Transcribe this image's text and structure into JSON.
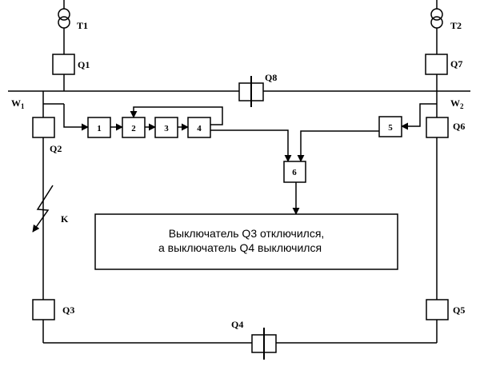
{
  "transformers": {
    "t1": "T1",
    "t2": "T2"
  },
  "breakers": {
    "q1": "Q1",
    "q2": "Q2",
    "q3": "Q3",
    "q4": "Q4",
    "q5": "Q5",
    "q6": "Q6",
    "q7": "Q7",
    "q8": "Q8"
  },
  "buses": {
    "w1_base": "W",
    "w1_sub": "1",
    "w2_base": "W",
    "w2_sub": "2"
  },
  "fault": "K",
  "blocks": {
    "b1": "1",
    "b2": "2",
    "b3": "3",
    "b4": "4",
    "b5": "5",
    "b6": "6"
  },
  "message": {
    "line1": "Выключатель Q3 отключился,",
    "line2": "а выключатель Q4 выключился"
  }
}
